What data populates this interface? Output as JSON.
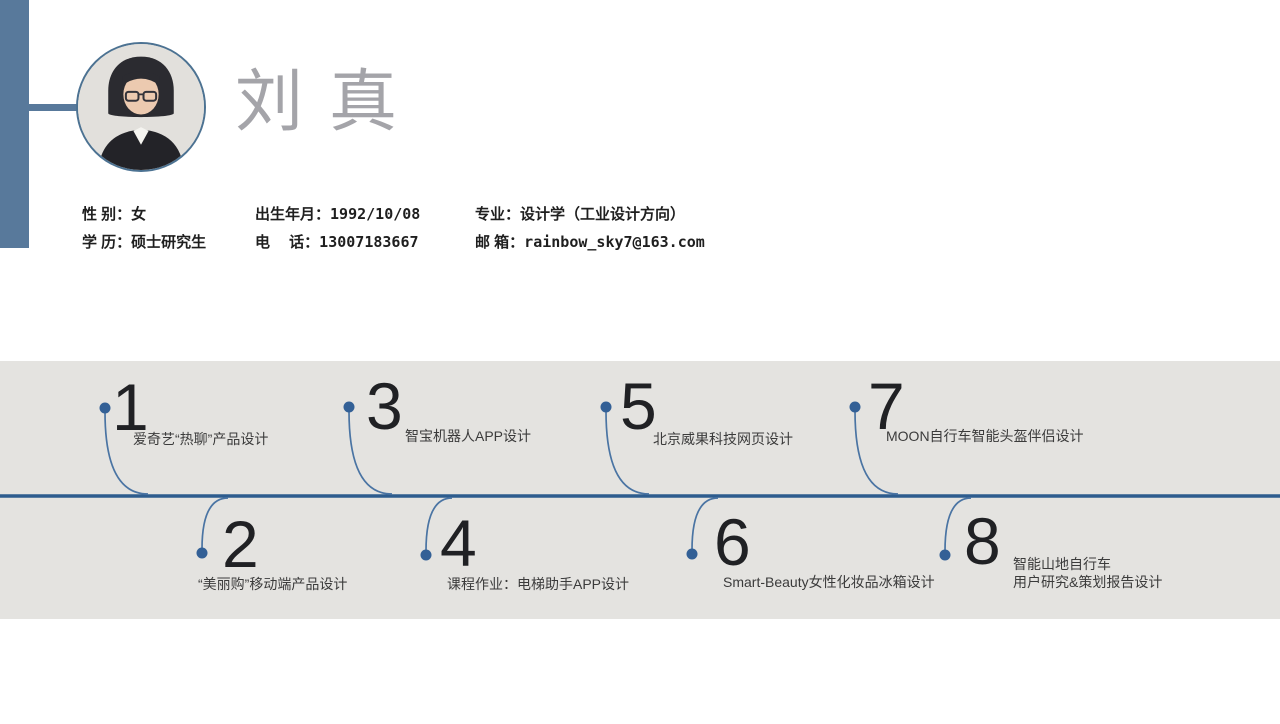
{
  "colors": {
    "accent_bar": "#58799b",
    "band_background": "#e4e3e0",
    "timeline_line": "#2d5c8e",
    "dot": "#336096",
    "curve": "#4a74a3",
    "name_text": "#a4a4a9",
    "number_text": "#202124"
  },
  "profile": {
    "name": "刘真",
    "fields": [
      {
        "label": "性 别：",
        "value": "女"
      },
      {
        "label": "学 历：",
        "value": "硕士研究生"
      },
      {
        "label": "出生年月：",
        "value": "1992/10/08"
      },
      {
        "label": "电　 话：",
        "value": "13007183667"
      },
      {
        "label": "专业：",
        "value": "设计学（工业设计方向）"
      },
      {
        "label": "邮 箱：",
        "value": "rainbow_sky7@163.com"
      }
    ]
  },
  "timeline": {
    "items": [
      {
        "number": "1",
        "label": "爱奇艺“热聊”产品设计"
      },
      {
        "number": "2",
        "label": "“美丽购”移动端产品设计"
      },
      {
        "number": "3",
        "label": "智宝机器人APP设计"
      },
      {
        "number": "4",
        "label": "课程作业：电梯助手APP设计"
      },
      {
        "number": "5",
        "label": "北京威果科技网页设计"
      },
      {
        "number": "6",
        "label": "Smart-Beauty女性化妆品冰箱设计"
      },
      {
        "number": "7",
        "label": "MOON自行车智能头盔伴侣设计"
      },
      {
        "number": "8",
        "label": "智能山地自行车",
        "label2": "用户研究&策划报告设计"
      }
    ]
  }
}
